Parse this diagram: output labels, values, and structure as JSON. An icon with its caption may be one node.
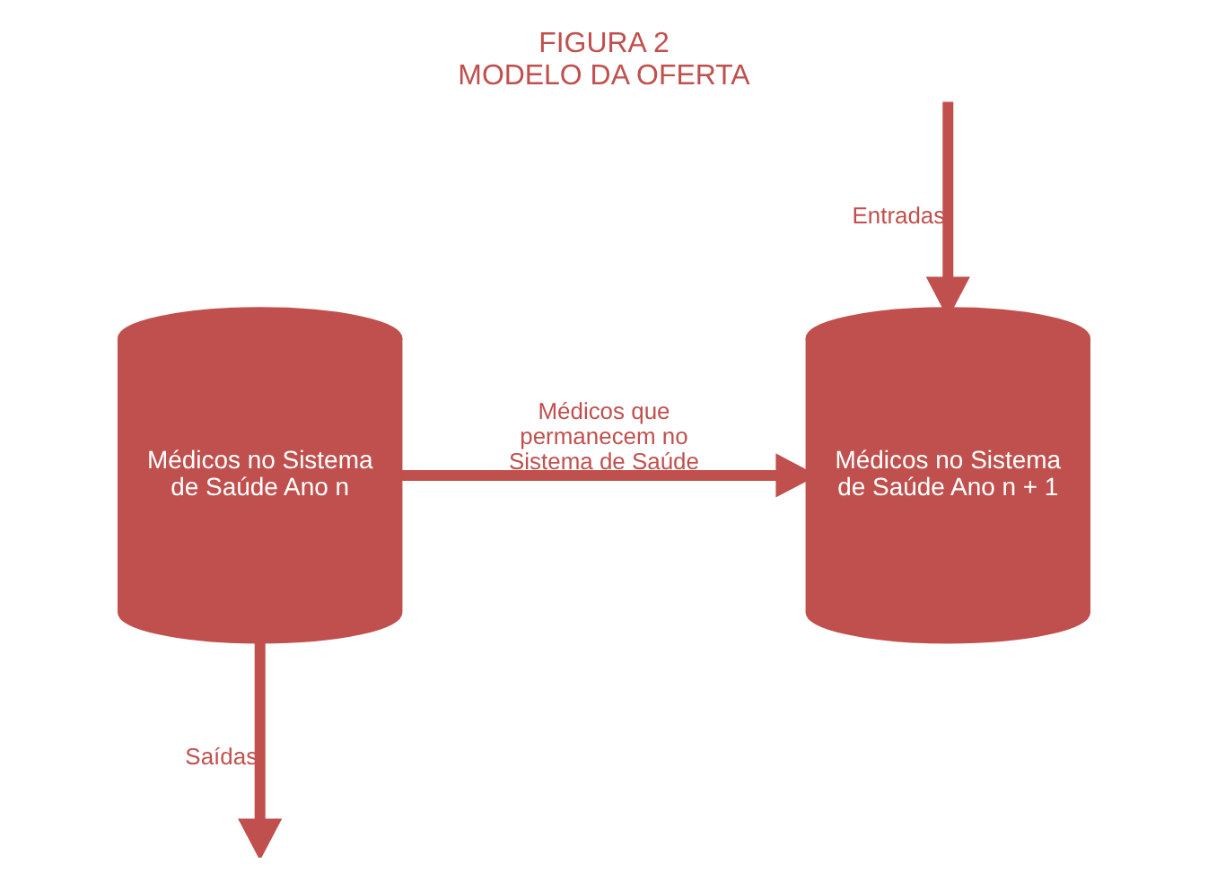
{
  "diagram": {
    "title": "FIGURA 2",
    "caption": "MODELO DA OFERTA",
    "nodes": [
      {
        "text": [
          "Médicos no Sistema de Saúde Ano n"
        ]
      },
      {
        "text": [
          "Médicos no Sistema de Saúde Ano n + 1"
        ]
      }
    ],
    "edges": [
      {
        "from": 0,
        "to": 1,
        "arrow": "to",
        "label": "Médicos que permanecem no Sistema de Saúde"
      },
      {
        "from": 0,
        "to": null,
        "arrow": "to",
        "label": "Saídas"
      },
      {
        "from": null,
        "to": 1,
        "arrow": "to",
        "label": "Entradas"
      }
    ]
  }
}
